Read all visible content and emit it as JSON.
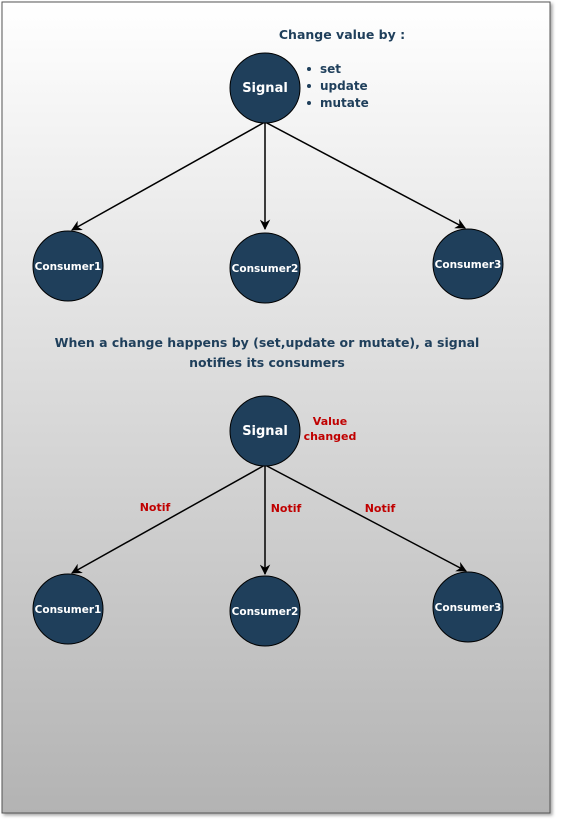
{
  "colors": {
    "node_fill": "#1f3f5b",
    "node_stroke": "#000000",
    "node_text": "#ffffff",
    "heading_text": "#1f3f5b",
    "notif_text": "#c00000",
    "edge": "#000000",
    "bg_top": "#ffffff",
    "bg_bottom": "#b3b3b3"
  },
  "top_diagram": {
    "heading": "Change value by :",
    "methods": [
      "set",
      "update",
      "mutate"
    ],
    "signal_label": "Signal",
    "consumers": [
      "Consumer1",
      "Consumer2",
      "Consumer3"
    ]
  },
  "caption": {
    "line1": "When a change happens by (set,update or mutate), a signal",
    "line2": "notifies its consumers"
  },
  "bottom_diagram": {
    "signal_label": "Signal",
    "status_line1": "Value",
    "status_line2": "changed",
    "notif_labels": [
      "Notif",
      "Notif",
      "Notif"
    ],
    "consumers": [
      "Consumer1",
      "Consumer2",
      "Consumer3"
    ]
  }
}
